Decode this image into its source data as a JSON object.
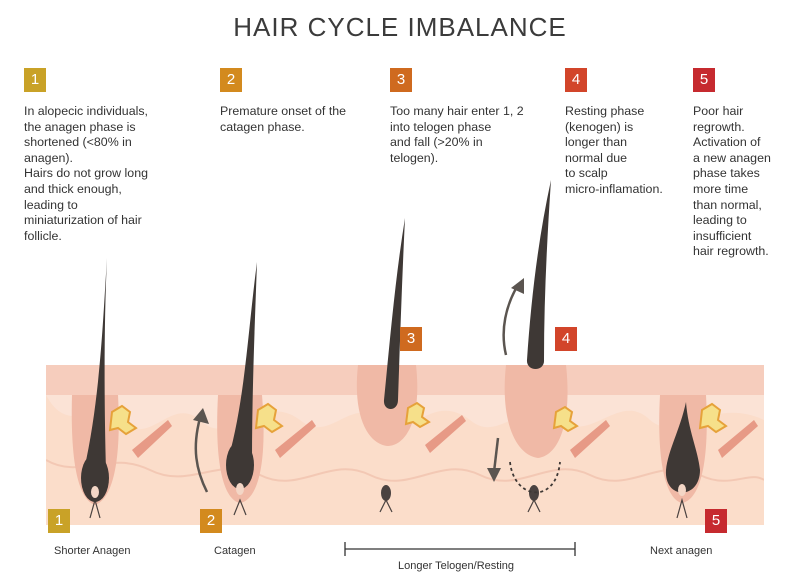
{
  "title": "HAIR CYCLE IMBALANCE",
  "colors": {
    "step1": "#c9a227",
    "step2": "#d38a1e",
    "step3": "#cf6a1f",
    "step4": "#d2452a",
    "step5": "#c62a2f",
    "skin": "#f6cdbd",
    "follicle": "#f0b9a6",
    "hair": "#3e3835",
    "arrow": "#5b5550"
  },
  "steps": [
    {
      "number": "1",
      "text": "In alopecic individuals,\nthe anagen phase is\nshortened (<80% in\nanagen).\nHairs do not grow long\nand thick enough,\nleading to\nminiaturization of hair\nfollicle."
    },
    {
      "number": "2",
      "text": "Premature onset of the\ncatagen phase."
    },
    {
      "number": "3",
      "text": "Too many hair enter 1, 2\ninto telogen phase\nand fall (>20% in\ntelogen)."
    },
    {
      "number": "4",
      "text": "Resting phase\n(kenogen) is\nlonger than\nnormal due\nto scalp\nmicro-inflamation."
    },
    {
      "number": "5",
      "text": "Poor hair\nregrowth.\nActivation of\na new anagen\nphase takes\nmore time\nthan normal,\nleading to\ninsufficient\nhair regrowth."
    }
  ],
  "diagram_badges": [
    "3",
    "4",
    "1",
    "2",
    "5"
  ],
  "phase_labels": {
    "shorter_anagen": "Shorter Anagen",
    "catagen": "Catagen",
    "longer_telogen": "Longer Telogen/Resting",
    "next_anagen": "Next anagen"
  }
}
